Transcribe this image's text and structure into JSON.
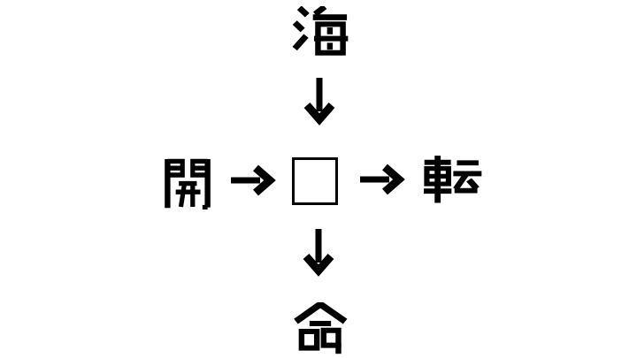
{
  "colors": {
    "ink": "#000000",
    "background": "#ffffff"
  },
  "puzzle": {
    "top": "海",
    "left": "開",
    "right": "転",
    "bottom": "命",
    "center_placeholder": "□",
    "arrow_top_to_center": "↓",
    "arrow_left_to_center": "→",
    "arrow_center_to_right": "→",
    "arrow_center_to_bottom": "↓"
  }
}
